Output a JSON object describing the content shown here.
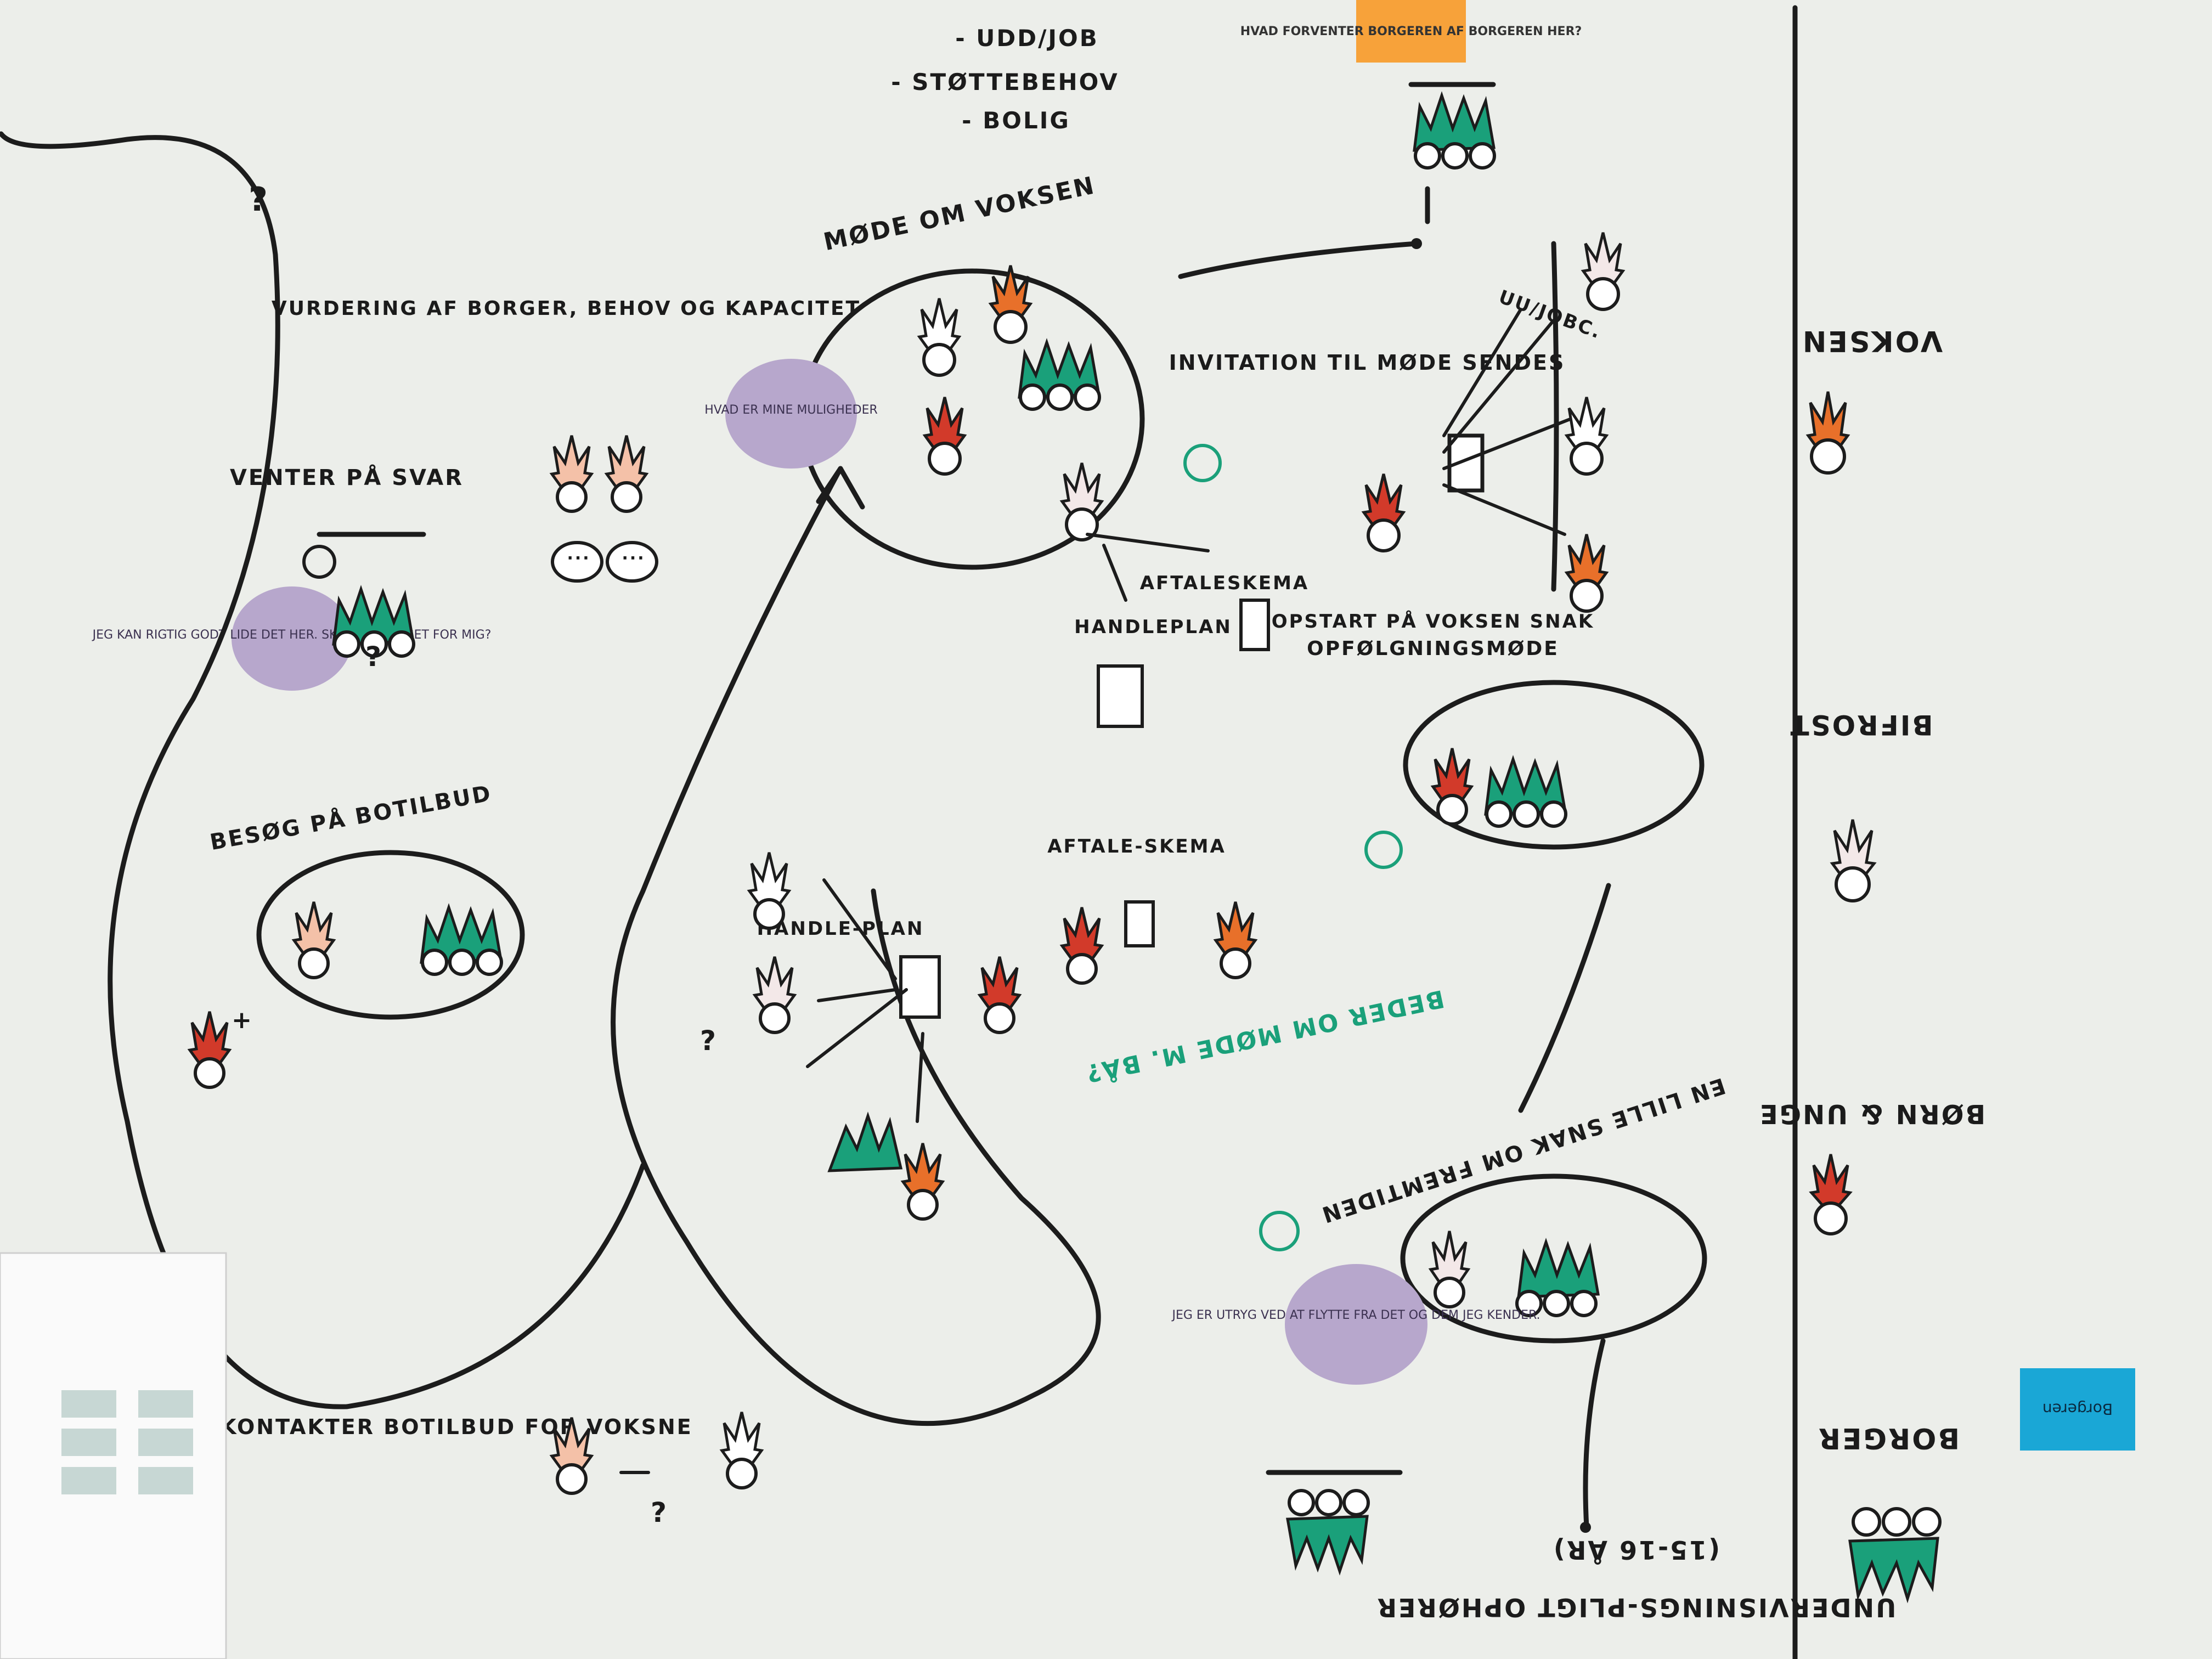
{
  "columns": {
    "borger": "BORGER",
    "born_unge": "BØRN & UNGE",
    "bifrost": "BIFROST",
    "voksen": "VOKSEN"
  },
  "legend_tag": "Borgeren",
  "steps": {
    "undervisningspligt": "UNDERVISNINGS-PLIGT OPHØRER",
    "age": "(15-16 ÅR)",
    "lille_snak": "EN LILLE SNAK OM FREMTIDEN",
    "beder_om_mode": "BEDER OM MØDE M. BÅ?",
    "opfolgningsmode": "OPFØLGNINGSMØDE",
    "opstart": "OPSTART PÅ VOKSEN SNAK",
    "invitation": "INVITATION TIL MØDE SENDES",
    "uu_jobc": "UU/JOBC.",
    "mode_om_voksen": "MØDE OM VOKSEN",
    "bolig": "- BOLIG",
    "stottebehov": "- STØTTEBEHOV",
    "udd_job": "- UDD/JOB",
    "handleplan": "HANDLEPLAN",
    "aftaleskema": "AFTALESKEMA",
    "aftale_skema": "AFTALE-SKEMA",
    "handle_plan": "HANDLE-PLAN",
    "besog": "BESØG PÅ BOTILBUD",
    "vurdering": "VURDERING AF BORGER, BEHOV OG KAPACITET",
    "venter": "VENTER PÅ SVAR",
    "kontakter": "KONTAKTER BOTILBUD FOR VOKSNE"
  },
  "bubbles": {
    "jeg_er": "JEG ER UTRYG VED AT FLYTTE FRA DET OG DEM JEG KENDER.",
    "hvad_er": "HVAD ER MINE MULIGHEDER",
    "jeg_kan": "JEG KAN RIGTIG GODT LIDE DET HER. SKER DER NOGET FOR MIG?"
  },
  "postit": "HVAD FORVENTER BORGEREN AF BORGEREN HER?",
  "marks": {
    "q": "?",
    "plus": "+",
    "ellipsis": "..."
  },
  "colors": {
    "green": "#1aa07a",
    "red": "#d23a2a",
    "orange": "#e8702a",
    "bubble": "#b7a7cc",
    "postit": "#f7a23a",
    "tag": "#1aa7d6",
    "ink": "#1c1c1c"
  }
}
